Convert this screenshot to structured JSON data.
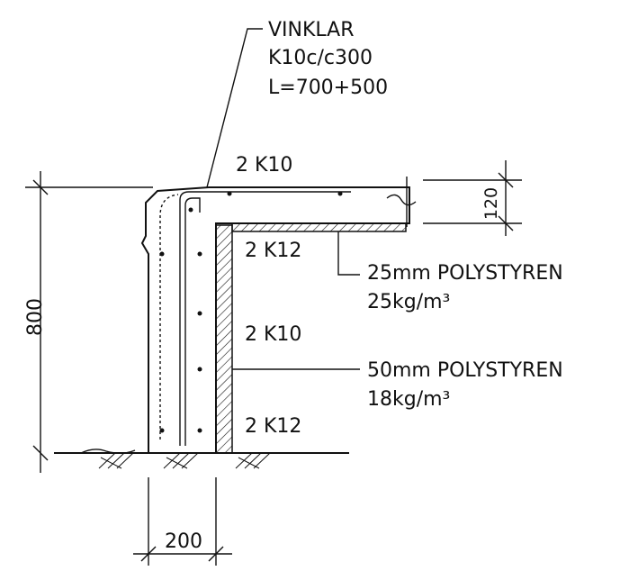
{
  "labels": {
    "vinklar_line1": "VINKLAR",
    "vinklar_line2": "K10c/c300",
    "vinklar_line3": "L=700+500",
    "top_bar": "2  K10",
    "bar_k12_upper": "2  K12",
    "bar_k10_mid": "2  K10",
    "bar_k12_lower": "2  K12",
    "ins25_line1": "25mm  POLYSTYREN",
    "ins25_line2": "25kg/m³",
    "ins50_line1": "50mm  POLYSTYREN",
    "ins50_line2": "18kg/m³"
  },
  "dimensions": {
    "height": "800",
    "slab_thickness": "120",
    "wall_width": "200"
  }
}
